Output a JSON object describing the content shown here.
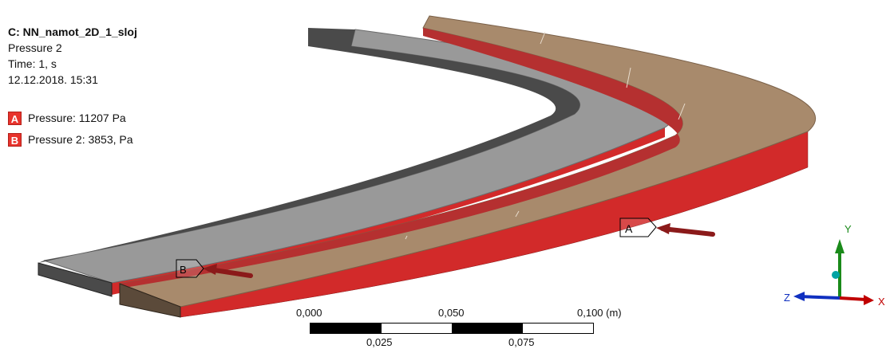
{
  "info": {
    "title": "C: NN_namot_2D_1_sloj",
    "subtitle": "Pressure 2",
    "time": "Time: 1, s",
    "datetime": "12.12.2018. 15:31"
  },
  "legend": [
    {
      "letter": "A",
      "label": "Pressure: 11207 Pa",
      "color": "#e8332c"
    },
    {
      "letter": "B",
      "label": "Pressure 2: 3853, Pa",
      "color": "#e8332c"
    }
  ],
  "markers": {
    "a": "A",
    "b": "B"
  },
  "scale": {
    "top_labels": [
      "0,000",
      "0,050",
      "0,100 (m)"
    ],
    "bottom_labels": [
      "0,025",
      "0,075"
    ]
  },
  "triad": {
    "x": "X",
    "y": "Y",
    "z": "Z"
  },
  "colors": {
    "gray_top": "#999999",
    "gray_side": "#4a4a4a",
    "tan_top": "#a88a6c",
    "tan_end": "#5b4a3a",
    "red_side": "#d22a2a",
    "arrow": "#8b1a1a",
    "axis_x": "#c00000",
    "axis_y": "#1a8a1a",
    "axis_z": "#1030c0"
  }
}
